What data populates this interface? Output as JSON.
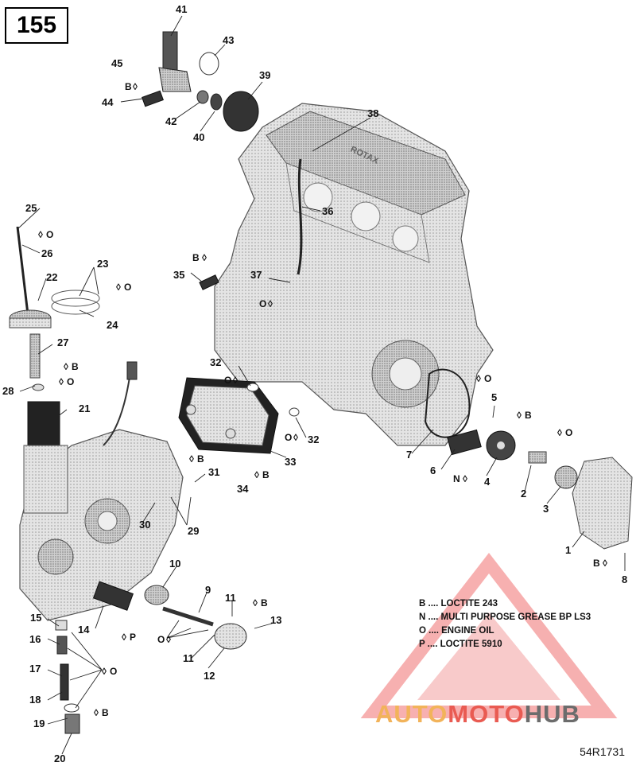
{
  "page_number": "155",
  "reference_code": "54R1731",
  "brand": {
    "part1": "AUTO",
    "part2": "MOTO",
    "part3": "HUB"
  },
  "engine_marking": "ROTAX",
  "legend": [
    {
      "code": "B",
      "text": "LOCTITE 243"
    },
    {
      "code": "N",
      "text": "MULTI PURPOSE GREASE BP LS3"
    },
    {
      "code": "O",
      "text": "ENGINE OIL"
    },
    {
      "code": "P",
      "text": "LOCTITE 5910"
    }
  ],
  "callouts": {
    "c1": "1",
    "c2": "2",
    "c3": "3",
    "c4": "4",
    "c5": "5",
    "c6": "6",
    "c7": "7",
    "c8": "8",
    "c9": "9",
    "c10": "10",
    "c11a": "11",
    "c11b": "11",
    "c12": "12",
    "c13": "13",
    "c14": "14",
    "c15": "15",
    "c16": "16",
    "c17": "17",
    "c18": "18",
    "c19": "19",
    "c20": "20",
    "c21": "21",
    "c22": "22",
    "c23": "23",
    "c24": "24",
    "c25": "25",
    "c26": "26",
    "c27": "27",
    "c28": "28",
    "c29": "29",
    "c30": "30",
    "c31": "31",
    "c32a": "32",
    "c32b": "32",
    "c33": "33",
    "c34": "34",
    "c35": "35",
    "c36": "36",
    "c37": "37",
    "c38": "38",
    "c39": "39",
    "c40": "40",
    "c41": "41",
    "c42": "42",
    "c43": "43",
    "c44": "44",
    "c45": "45"
  },
  "symbols": {
    "s45": "B",
    "s26": "O",
    "s23": "O",
    "s27": "B",
    "s28": "O",
    "s35": "B",
    "s37": "O",
    "s32a": "O",
    "s32b": "O",
    "s7": "O",
    "s5": "B",
    "s2": "O",
    "s6": "N",
    "s31": "B",
    "s34": "B",
    "s14": "P",
    "s9": "O",
    "s11": "B",
    "s17": "O",
    "s19": "B",
    "s8": "B"
  }
}
